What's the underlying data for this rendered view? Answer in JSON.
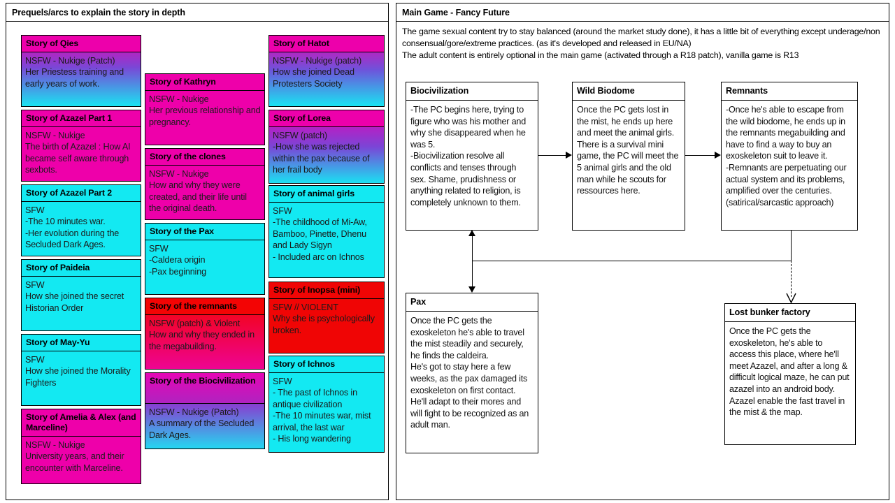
{
  "left_panel": {
    "title": "Prequels/arcs to explain the story in depth",
    "column1": [
      {
        "title": "Story of Qies",
        "body": "NSFW - Nukige (Patch)\nHer Priestess training and early years of work."
      },
      {
        "title": "Story of Azazel Part 1",
        "body": "NSFW - Nukige\nThe birth of Azazel : How AI became self aware through sexbots."
      },
      {
        "title": "Story of Azazel Part 2",
        "body": "SFW\n-The 10 minutes war.\n-Her evolution during the Secluded Dark Ages."
      },
      {
        "title": "Story of Paideia",
        "body": "SFW\nHow she joined the secret Historian Order"
      },
      {
        "title": "Story of May-Yu",
        "body": "SFW\nHow she joined the Morality Fighters"
      },
      {
        "title": "Story of Amelia & Alex (and Marceline)",
        "body": "NSFW - Nukige\nUniversity years, and their encounter with Marceline."
      }
    ],
    "column2": [
      {
        "title": "Story of Kathryn",
        "body": "NSFW - Nukige\nHer previous relationship and pregnancy."
      },
      {
        "title": "Story of the clones",
        "body": "NSFW - Nukige\nHow and why they were created, and their life until the original death."
      },
      {
        "title": "Story of the Pax",
        "body": "SFW\n-Caldera origin\n-Pax beginning"
      },
      {
        "title": "Story of the remnants",
        "body": "NSFW (patch) & Violent\nHow and why they ended in the megabuilding."
      },
      {
        "title": "Story of the Biocivilization",
        "body": "NSFW - Nukige (Patch)\nA summary of the Secluded Dark Ages."
      }
    ],
    "column3": [
      {
        "title": "Story of Hatot",
        "body": "NSFW - Nukige (patch)\nHow she joined Dead Protesters Society"
      },
      {
        "title": "Story of Lorea",
        "body": "NSFW (patch)\n-How she was rejected within the pax because of her frail body"
      },
      {
        "title": "Story of animal girls",
        "body": "SFW\n-The childhood of Mi-Aw, Bamboo, Pinette, Dhenu and Lady Sigyn\n- Included arc on Ichnos"
      },
      {
        "title": "Story of Inopsa (mini)",
        "body": "SFW // VIOLENT\nWhy she is psychologically broken."
      },
      {
        "title": "Story of Ichnos",
        "body": "SFW\n- The past of Ichnos in antique civilization\n-The 10 minutes war, mist arrival, the last war\n- His long wandering"
      }
    ]
  },
  "right_panel": {
    "title": "Main Game - Fancy Future",
    "intro": "The game sexual content try to stay balanced (around the market study done), it has a little bit of everything except underage/non consensual/gore/extreme practices. (as it's developed and released in EU/NA)\nThe adult content is entirely optional in the main game (activated through a R18 patch), vanilla game is R13",
    "nodes": [
      {
        "id": "biocivilization",
        "title": "Biocivilization",
        "body": "-The PC begins here, trying to figure who was his mother and why she disappeared when he was 5.\n-Biocivilization resolve all conflicts and tenses through sex. Shame, prudishness or anything related to religion, is completely unknown to them."
      },
      {
        "id": "wild-biodome",
        "title": "Wild Biodome",
        "body": "Once the PC gets lost in the mist, he ends up here and meet the animal girls.\nThere is a survival mini game, the PC will meet the 5 animal girls and the old man while he scouts for ressources here."
      },
      {
        "id": "remnants",
        "title": "Remnants",
        "body": "-Once he's able to escape from the wild biodome, he ends up in the remnants megabuilding and have to find a way to buy an exoskeleton suit to leave it.\n-Remnants are perpetuating our actual system and its problems, amplified over the centuries. (satirical/sarcastic approach)"
      },
      {
        "id": "pax",
        "title": "Pax",
        "body": "Once the PC gets the exoskeleton he's able to travel the mist steadily and securely, he finds the caldeira.\nHe's got to stay here a few weeks, as the pax damaged its exoskeleton on first contact. He'll adapt to their mores and will fight to be recognized as an adult man."
      },
      {
        "id": "lost-bunker-factory",
        "title": "Lost bunker factory",
        "body": "Once the PC gets the exoskeleton, he's able to access this place, where he'll meet Azazel, and after a long & difficult logical maze, he can put azazel into an android body.\nAzazel enable the fast travel in the mist & the map."
      }
    ]
  },
  "colors": {
    "magenta": "#ee00aa",
    "cyan": "#13e9f2",
    "red": "#f00505",
    "border": "#000000",
    "background": "#ffffff"
  }
}
